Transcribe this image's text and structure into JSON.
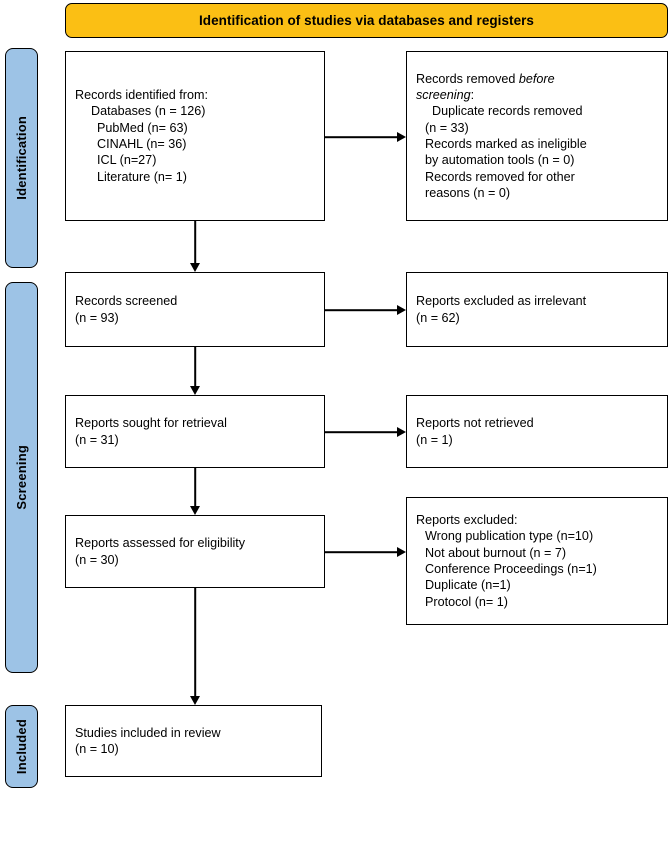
{
  "banner": {
    "title": "Identification of studies via databases and registers",
    "color": "#fbbf14"
  },
  "stages": {
    "identification": "Identification",
    "screening": "Screening",
    "included": "Included",
    "color": "#9dc3e6"
  },
  "boxes": {
    "identified": {
      "lines": [
        "Records identified from:",
        "Databases (n = 126)",
        "PubMed (n= 63)",
        "CINAHL (n= 36)",
        "ICL (n=27)",
        "Literature (n= 1)"
      ]
    },
    "removed": {
      "line1_a": "Records removed ",
      "line1_italic": "before",
      "line2_italic": "screening",
      "line2_b": ":",
      "lines": [
        "Duplicate records removed",
        "(n = 33)",
        "Records marked as ineligible",
        "by automation tools (n = 0)",
        "Records removed for other",
        "reasons (n = 0)"
      ]
    },
    "screened": {
      "lines": [
        "Records screened",
        "(n = 93)"
      ]
    },
    "irrelevant": {
      "lines": [
        "Reports excluded as irrelevant",
        "(n = 62)"
      ]
    },
    "sought": {
      "lines": [
        "Reports sought for retrieval",
        "(n = 31)"
      ]
    },
    "not_retrieved": {
      "lines": [
        "Reports not retrieved",
        "(n = 1)"
      ]
    },
    "assessed": {
      "lines": [
        "Reports assessed for eligibility",
        "(n = 30)"
      ]
    },
    "excluded": {
      "heading": "Reports excluded:",
      "lines": [
        "Wrong publication type (n=10)",
        "Not about burnout (n = 7)",
        "Conference Proceedings (n=1)",
        "Duplicate (n=1)",
        "Protocol (n= 1)"
      ]
    },
    "included": {
      "lines": [
        "Studies included in review",
        "(n = 10)"
      ]
    }
  }
}
